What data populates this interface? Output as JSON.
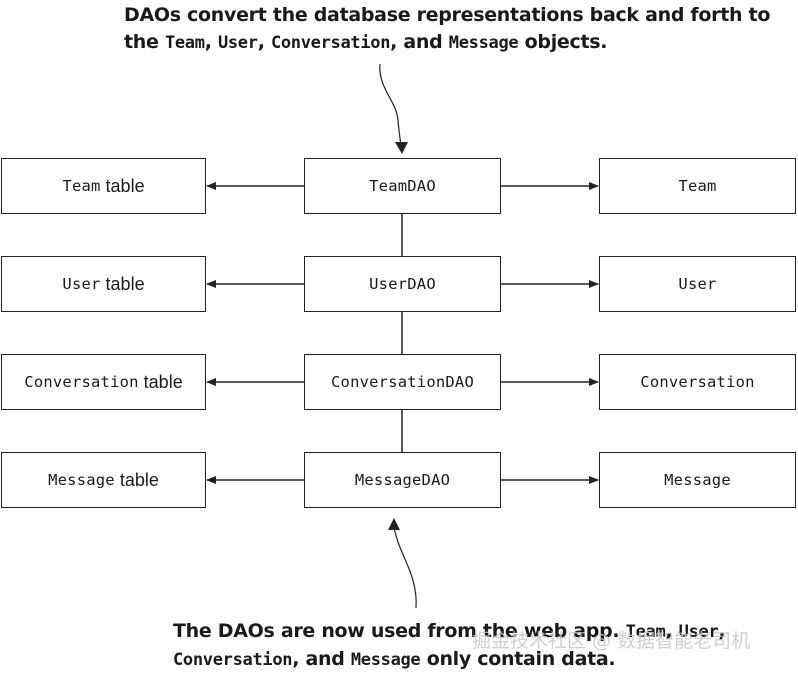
{
  "top_caption": {
    "line1": "DAOs convert the database representations back and forth to",
    "line2_prefix": "the",
    "code1": "Team",
    "sep1": ",",
    "code2": "User",
    "sep2": ",",
    "code3": "Conversation",
    "sep3": ", and",
    "code4": "Message",
    "suffix": "objects."
  },
  "bottom_caption": {
    "line1": "The DAOs are now used from the web app.",
    "code1": "Team",
    "sep1": ",",
    "code2": "User",
    "sep2": ",",
    "code3": "Conversation",
    "sep3": ", and",
    "code4": "Message",
    "suffix": "only contain data."
  },
  "tables": [
    {
      "code": "Team",
      "word": "table"
    },
    {
      "code": "User",
      "word": "table"
    },
    {
      "code": "Conversation",
      "word": "table"
    },
    {
      "code": "Message",
      "word": "table"
    }
  ],
  "daos": [
    "TeamDAO",
    "UserDAO",
    "ConversationDAO",
    "MessageDAO"
  ],
  "objects": [
    "Team",
    "User",
    "Conversation",
    "Message"
  ],
  "watermark": "掘金技术社区 @ 数据智能老司机"
}
